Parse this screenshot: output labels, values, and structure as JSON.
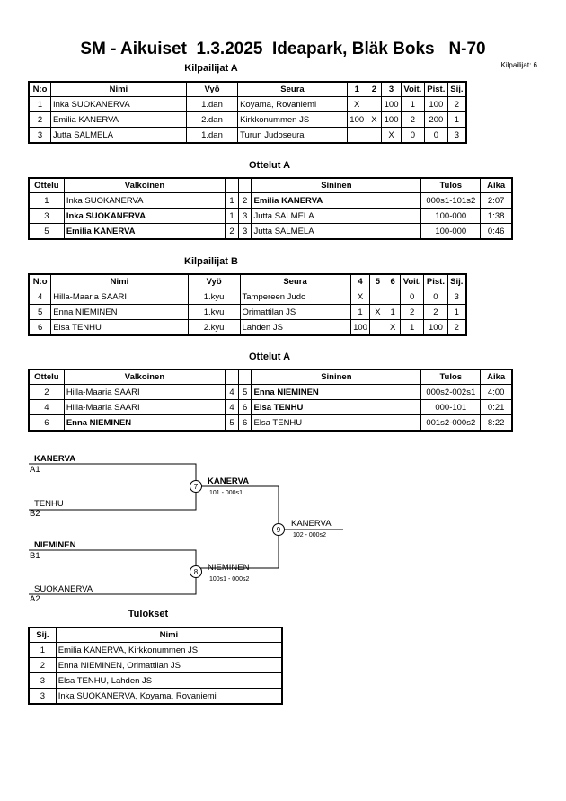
{
  "header": {
    "title": "SM - Aikuiset  1.3.2025  Ideapark, Bläk Boks   N-70",
    "count": "Kilpailijat: 6"
  },
  "poolA": {
    "title": "Kilpailijat A",
    "headers": [
      "N:o",
      "Nimi",
      "Vyö",
      "Seura",
      "1",
      "2",
      "3",
      "Voit.",
      "Pist.",
      "Sij."
    ],
    "rows": [
      [
        "1",
        "Inka SUOKANERVA",
        "1.dan",
        "Koyama, Rovaniemi",
        "X",
        "",
        "100",
        "1",
        "100",
        "2"
      ],
      [
        "2",
        "Emilia KANERVA",
        "2.dan",
        "Kirkkonummen JS",
        "100",
        "X",
        "100",
        "2",
        "200",
        "1"
      ],
      [
        "3",
        "Jutta SALMELA",
        "1.dan",
        "Turun Judoseura",
        "",
        "",
        "X",
        "0",
        "0",
        "3"
      ]
    ]
  },
  "matchesA": {
    "title": "Ottelut A",
    "headers": [
      "Ottelu",
      "Valkoinen",
      "",
      "",
      "Sininen",
      "Tulos",
      "Aika"
    ],
    "rows": [
      [
        "1",
        "Inka SUOKANERVA",
        "1",
        "2",
        "Emilia KANERVA",
        "000s1-101s2",
        "2:07"
      ],
      [
        "3",
        "Inka SUOKANERVA",
        "1",
        "3",
        "Jutta SALMELA",
        "100-000",
        "1:38"
      ],
      [
        "5",
        "Emilia KANERVA",
        "2",
        "3",
        "Jutta SALMELA",
        "100-000",
        "0:46"
      ]
    ]
  },
  "poolB": {
    "title": "Kilpailijat B",
    "headers": [
      "N:o",
      "Nimi",
      "Vyö",
      "Seura",
      "4",
      "5",
      "6",
      "Voit.",
      "Pist.",
      "Sij."
    ],
    "rows": [
      [
        "4",
        "Hilla-Maaria SAARI",
        "1.kyu",
        "Tampereen Judo",
        "X",
        "",
        "",
        "0",
        "0",
        "3"
      ],
      [
        "5",
        "Enna NIEMINEN",
        "1.kyu",
        "Orimattilan JS",
        "1",
        "X",
        "1",
        "2",
        "2",
        "1"
      ],
      [
        "6",
        "Elsa TENHU",
        "2.kyu",
        "Lahden JS",
        "100",
        "",
        "X",
        "1",
        "100",
        "2"
      ]
    ]
  },
  "matchesB": {
    "title": "Ottelut A",
    "headers": [
      "Ottelu",
      "Valkoinen",
      "",
      "",
      "Sininen",
      "Tulos",
      "Aika"
    ],
    "rows": [
      [
        "2",
        "Hilla-Maaria SAARI",
        "4",
        "5",
        "Enna NIEMINEN",
        "000s2-002s1",
        "4:00"
      ],
      [
        "4",
        "Hilla-Maaria SAARI",
        "4",
        "6",
        "Elsa TENHU",
        "000-101",
        "0:21"
      ],
      [
        "6",
        "Enna NIEMINEN",
        "5",
        "6",
        "Elsa TENHU",
        "001s2-000s2",
        "8:22"
      ]
    ]
  },
  "bracket": {
    "s1_top": "KANERVA",
    "s1_top_seed": "A1",
    "s1_bot": "TENHU",
    "s1_bot_seed": "B2",
    "s2_top": "NIEMINEN",
    "s2_top_seed": "B1",
    "s2_bot": "SUOKANERVA",
    "s2_bot_seed": "A2",
    "m7_no": "7",
    "m7_winner": "KANERVA",
    "m7_score": "101 - 000s1",
    "m8_no": "8",
    "m8_winner": "NIEMINEN",
    "m8_score": "100s1 - 000s2",
    "m9_no": "9",
    "m9_winner": "KANERVA",
    "m9_score": "102 - 000s2"
  },
  "results": {
    "title": "Tulokset",
    "headers": [
      "Sij.",
      "Nimi"
    ],
    "rows": [
      [
        "1",
        "Emilia KANERVA, Kirkkonummen JS"
      ],
      [
        "2",
        "Enna NIEMINEN, Orimattilan JS"
      ],
      [
        "3",
        "Elsa TENHU, Lahden JS"
      ],
      [
        "3",
        "Inka SUOKANERVA, Koyama, Rovaniemi"
      ]
    ]
  }
}
